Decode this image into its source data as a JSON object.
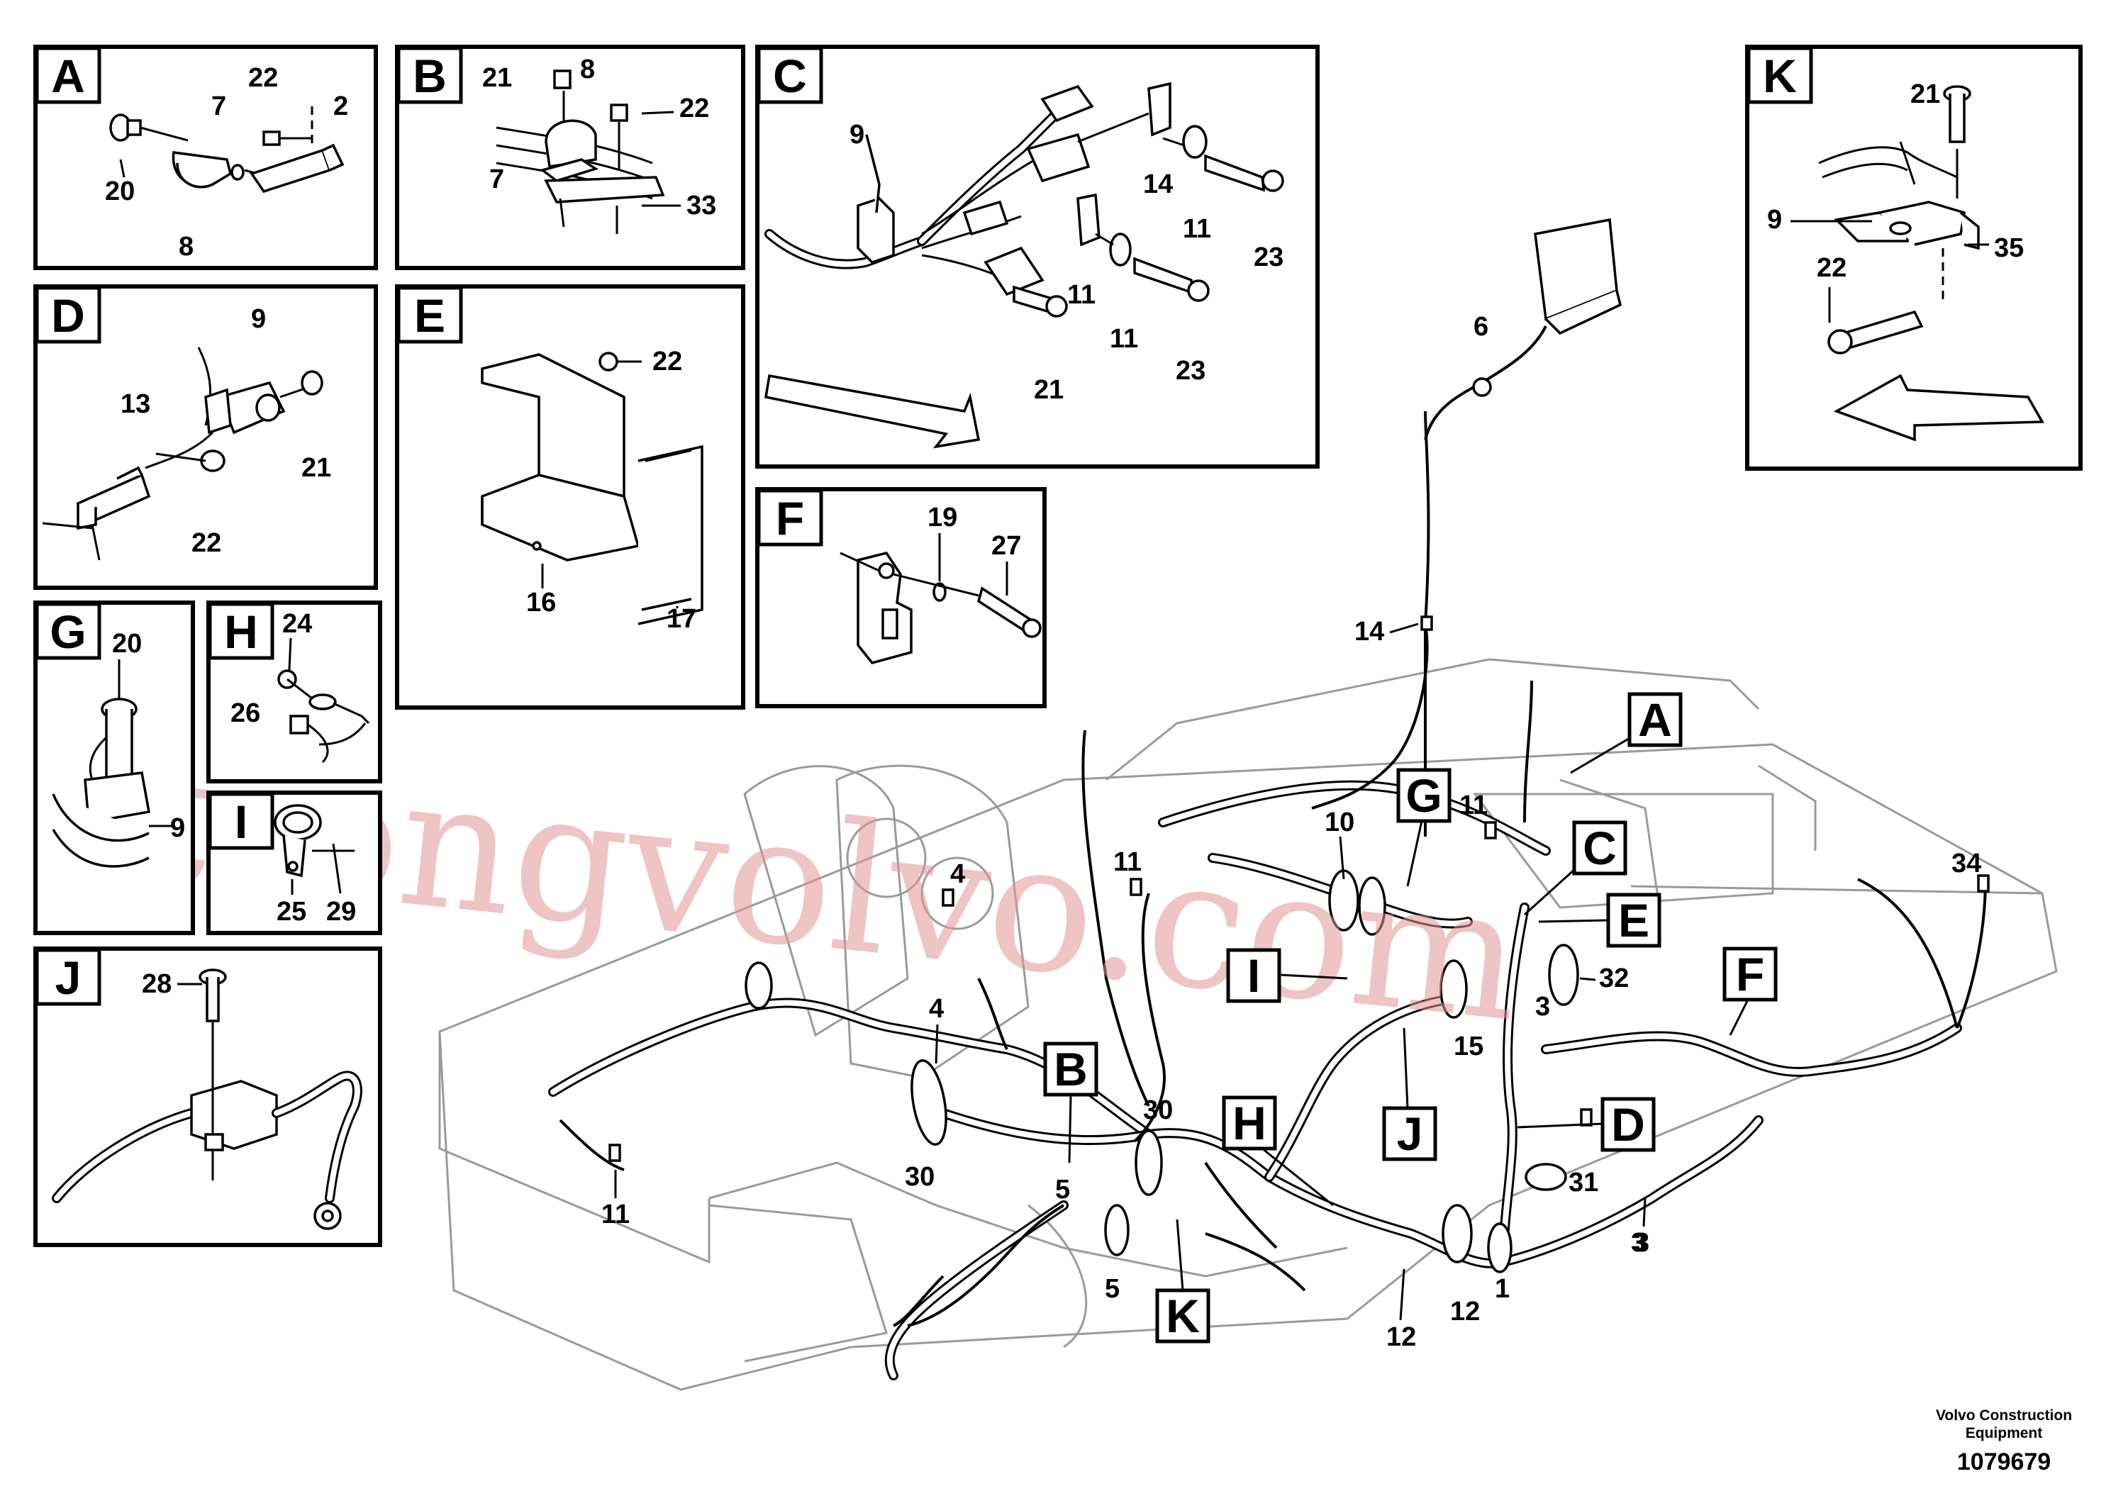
{
  "panels": {
    "A": {
      "tag": "A",
      "callouts": [
        "22",
        "7",
        "2",
        "20",
        "8"
      ]
    },
    "B": {
      "tag": "B",
      "callouts": [
        "21",
        "8",
        "22",
        "7",
        "33"
      ]
    },
    "C": {
      "tag": "C",
      "callouts": [
        "9",
        "14",
        "11",
        "23",
        "11",
        "11",
        "21",
        "23"
      ]
    },
    "D": {
      "tag": "D",
      "callouts": [
        "9",
        "13",
        "21",
        "22"
      ]
    },
    "E": {
      "tag": "E",
      "callouts": [
        "22",
        "16",
        "17"
      ]
    },
    "F": {
      "tag": "F",
      "callouts": [
        "19",
        "27"
      ]
    },
    "G": {
      "tag": "G",
      "callouts": [
        "20",
        "9"
      ]
    },
    "H": {
      "tag": "H",
      "callouts": [
        "24",
        "26"
      ]
    },
    "I": {
      "tag": "I",
      "callouts": [
        "25",
        "29"
      ]
    },
    "J": {
      "tag": "J",
      "callouts": [
        "28"
      ]
    },
    "K": {
      "tag": "K",
      "callouts": [
        "21",
        "9",
        "35",
        "22"
      ]
    }
  },
  "main": {
    "tags": [
      "A",
      "G",
      "C",
      "E",
      "I",
      "F",
      "D",
      "B",
      "H",
      "J",
      "K"
    ],
    "callouts": [
      "6",
      "14",
      "11",
      "10",
      "11",
      "4",
      "34",
      "32",
      "3",
      "15",
      "30",
      "4",
      "31",
      "3",
      "11",
      "30",
      "5",
      "5",
      "1",
      "12",
      "12",
      "3"
    ]
  },
  "watermark": "strongvolvo.com",
  "footer": {
    "company_line1": "Volvo Construction",
    "company_line2": "Equipment",
    "drawing_number": "1079679"
  }
}
